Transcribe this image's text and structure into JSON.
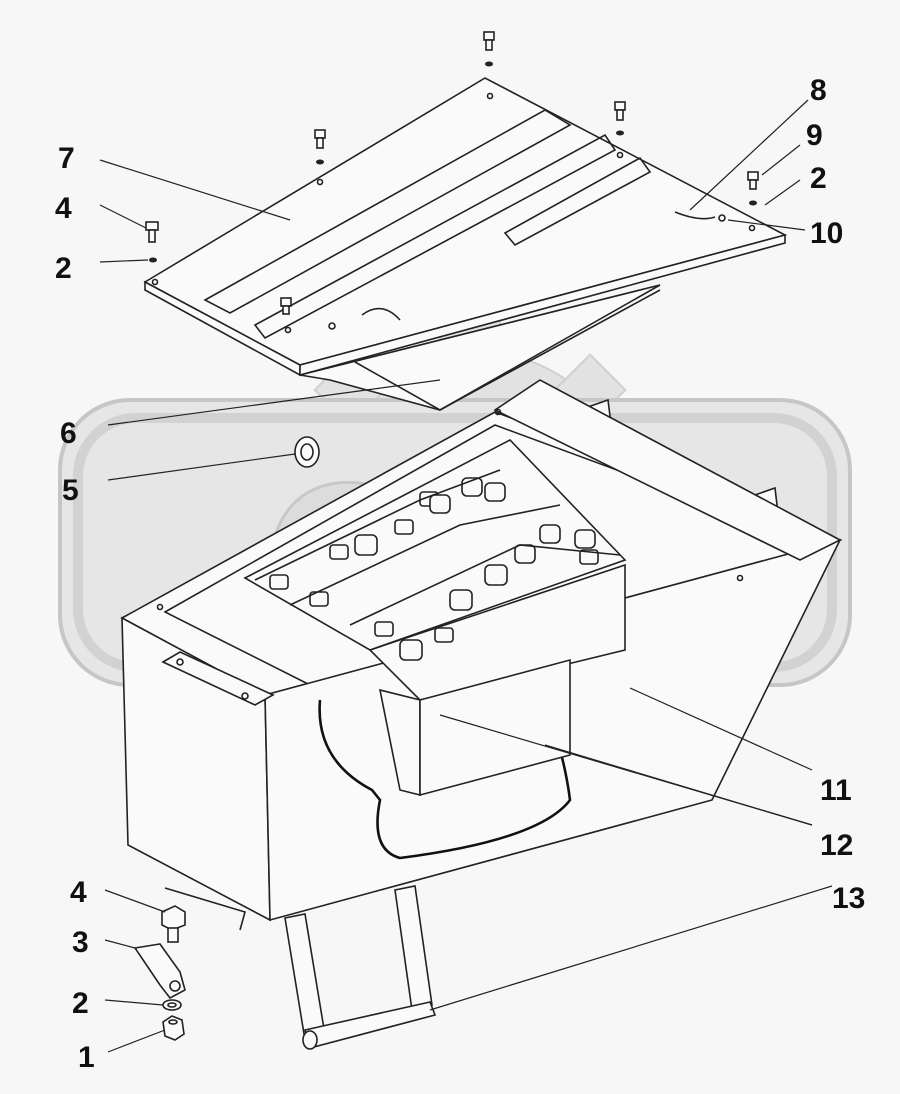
{
  "watermark": {
    "text": "ОТЗ",
    "fill_color": "#d0d0d0"
  },
  "callouts": [
    {
      "id": "c8",
      "label": "8"
    },
    {
      "id": "c9",
      "label": "9"
    },
    {
      "id": "c2a",
      "label": "2"
    },
    {
      "id": "c10",
      "label": "10"
    },
    {
      "id": "c7",
      "label": "7"
    },
    {
      "id": "c4a",
      "label": "4"
    },
    {
      "id": "c2b",
      "label": "2"
    },
    {
      "id": "c6",
      "label": "6"
    },
    {
      "id": "c5",
      "label": "5"
    },
    {
      "id": "c11",
      "label": "11"
    },
    {
      "id": "c12",
      "label": "12"
    },
    {
      "id": "c13",
      "label": "13"
    },
    {
      "id": "c4b",
      "label": "4"
    },
    {
      "id": "c3",
      "label": "3"
    },
    {
      "id": "c2c",
      "label": "2"
    },
    {
      "id": "c1",
      "label": "1"
    }
  ]
}
